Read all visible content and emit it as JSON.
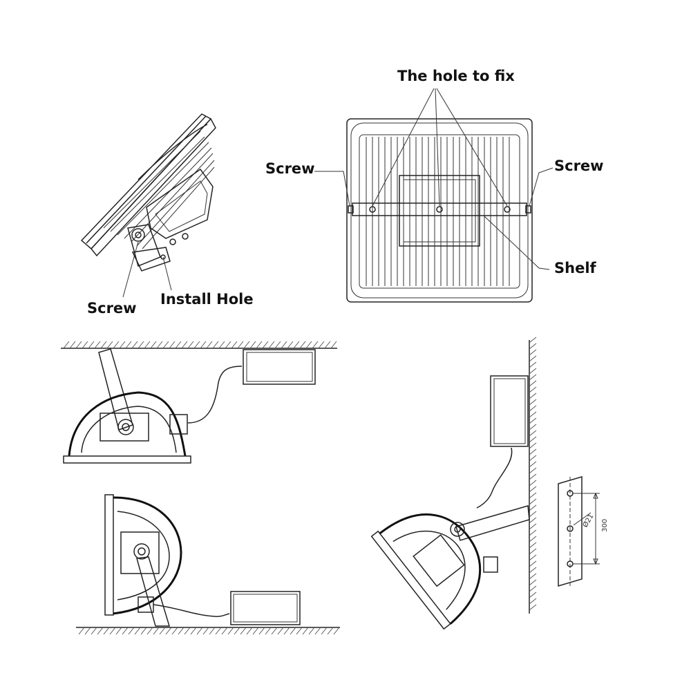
{
  "labels": {
    "hole_to_fix": "The hole to fix",
    "screw_left": "Screw",
    "screw_right": "Screw",
    "shelf": "Shelf",
    "screw_side": "Screw",
    "install_hole": "Install Hole"
  },
  "dimensions": {
    "diameter": "Ø21",
    "spacing": "300"
  }
}
